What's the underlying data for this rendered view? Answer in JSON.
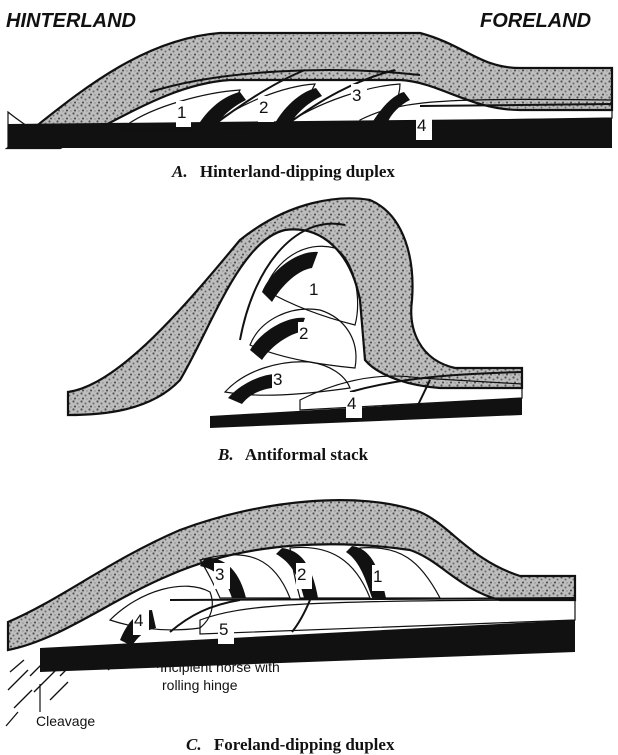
{
  "labels": {
    "hinterland": "HINTERLAND",
    "foreland": "FORELAND"
  },
  "panels": [
    {
      "letter": "A.",
      "caption": "Hinterland-dipping duplex",
      "horses": [
        "1",
        "2",
        "3",
        "4"
      ]
    },
    {
      "letter": "B.",
      "caption": "Antiformal stack",
      "horses": [
        "1",
        "2",
        "3",
        "4"
      ]
    },
    {
      "letter": "C.",
      "caption": "Foreland-dipping duplex",
      "horses": [
        "3",
        "2",
        "1",
        "4",
        "5"
      ],
      "annotations": {
        "incipient_line1": "Incipient horse with",
        "incipient_line2": "rolling hinge",
        "cleavage": "Cleavage"
      }
    }
  ],
  "colors": {
    "stipple": "#8f8f8f",
    "dark_beds": "#111111",
    "horse_fill": "#ffffff"
  }
}
